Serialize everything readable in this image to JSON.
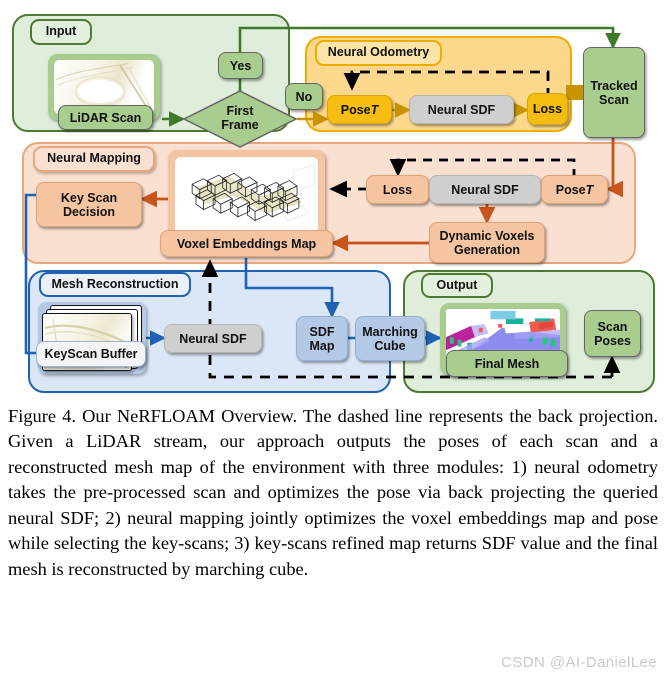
{
  "figure": {
    "panels": {
      "input": {
        "label": "Input",
        "fill": "#dfeeda",
        "stroke": "#4e7a32"
      },
      "odometry": {
        "label": "Neural Odometry",
        "fill": "#fcd88c",
        "stroke": "#eeab00"
      },
      "mapping": {
        "label": "Neural Mapping",
        "fill": "#fae0d1",
        "stroke": "#e8a87c"
      },
      "mesh": {
        "label": "Mesh Reconstruction",
        "fill": "#dbe7f6",
        "stroke": "#1f62b4"
      },
      "output": {
        "label": "Output",
        "fill": "#dfeeda",
        "stroke": "#4e7a32"
      }
    },
    "nodes": {
      "lidar_scan": "LiDAR Scan",
      "yes": "Yes",
      "no": "No",
      "first_frame": "First\nFrame",
      "odo_pose": "Pose T",
      "odo_neural_sdf": "Neural SDF",
      "odo_loss": "Loss",
      "tracked_scan": "Tracked\nScan",
      "key_scan_decision": "Key Scan\nDecision",
      "voxel_map": "Voxel Embeddings Map",
      "map_loss": "Loss",
      "map_neural_sdf": "Neural SDF",
      "map_pose": "Pose T",
      "dynamic_voxels": "Dynamic Voxels\nGeneration",
      "keyscan_buffer": "KeyScan Buffer",
      "mesh_neural_sdf": "Neural SDF",
      "sdf_map": "SDF\nMap",
      "marching_cube": "Marching\nCube",
      "final_mesh": "Final Mesh",
      "scan_poses": "Scan\nPoses"
    },
    "colors": {
      "green_node": "#a9cd8e",
      "green_edge": "#666666",
      "amber_node": "#f6bd11",
      "gray_node": "#cfcfcf",
      "peach_node": "#f5c4a0",
      "blue_node": "#b3c9e6",
      "green_arrow": "#3f7a2b",
      "amber_arrow": "#c79400",
      "orange_arrow": "#c8561b",
      "blue_arrow": "#1f62b4",
      "dashed": "#000000"
    }
  },
  "caption": {
    "text": "Figure 4. Our NeRFLOAM Overview. The dashed line represents the back projection. Given a LiDAR stream, our approach outputs the poses of each scan and a reconstructed mesh map of the environment with three modules: 1) neural odometry takes the pre-processed scan and optimizes the pose via back projecting the queried neural SDF; 2) neural mapping jointly optimizes the voxel embeddings map and pose while selecting the key-scans; 3) key-scans refined map returns SDF value and the final mesh is reconstructed by marching cube.",
    "watermark": "CSDN @AI-DanielLee"
  }
}
